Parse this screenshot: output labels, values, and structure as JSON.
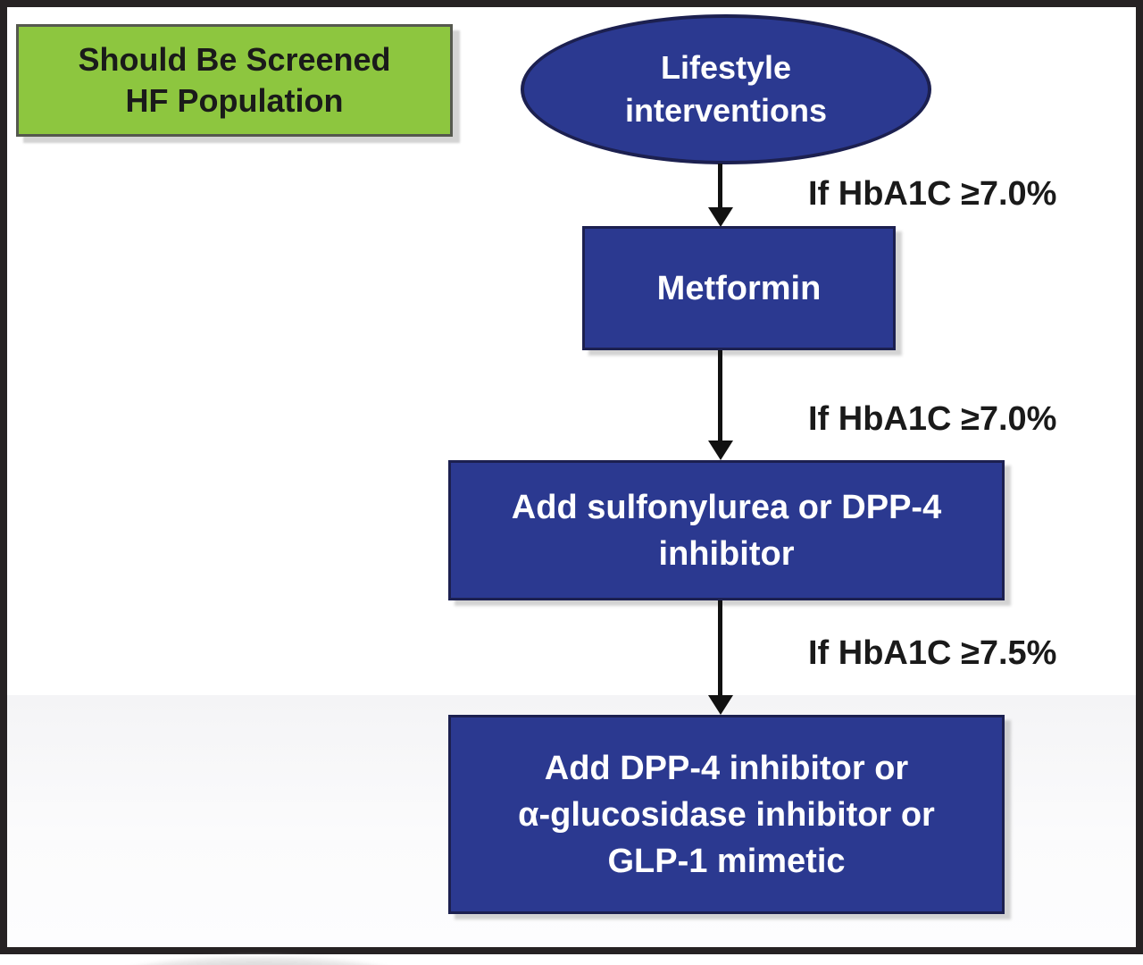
{
  "flowchart": {
    "screened_box": {
      "line1": "Should Be Screened",
      "line2": "HF Population"
    },
    "start_ellipse": {
      "line1": "Lifestyle",
      "line2": "interventions"
    },
    "step_metformin": {
      "label": "Metformin"
    },
    "step_sulfonylurea": {
      "line1": "Add sulfonylurea or DPP-4",
      "line2": "inhibitor"
    },
    "step_final": {
      "line1": "Add DPP-4 inhibitor or",
      "line2": "α-glucosidase inhibitor or",
      "line3": "GLP-1 mimetic"
    },
    "conditions": [
      {
        "text": "If HbA1C ≥7.0%"
      },
      {
        "text": "If HbA1C ≥7.0%"
      },
      {
        "text": "If HbA1C ≥7.5%"
      }
    ]
  },
  "colors": {
    "frame_border": "#262223",
    "green_fill": "#8dc63f",
    "green_border": "#55584e",
    "blue_fill": "#2b3990",
    "blue_border": "#1c2050",
    "arrow_color": "#111111",
    "band_fill": "#f4f4f6",
    "text_dark": "#1a1a1a",
    "text_light": "#ffffff"
  }
}
